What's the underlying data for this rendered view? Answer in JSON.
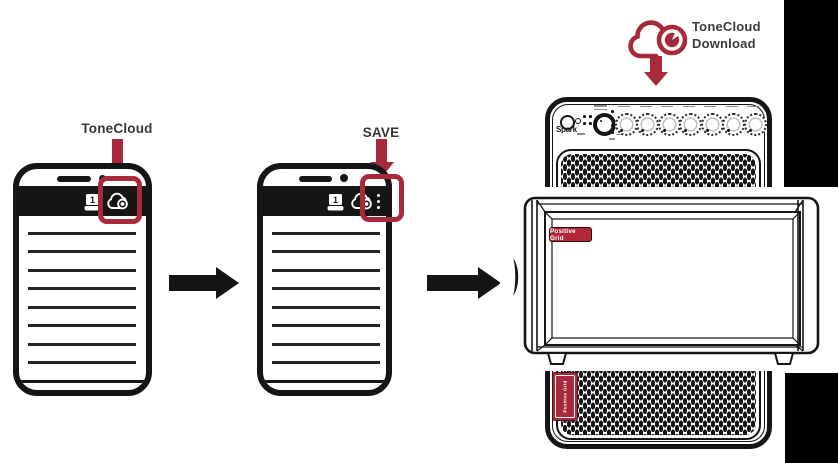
{
  "diagram": {
    "steps": [
      {
        "label": "ToneCloud",
        "highlight": "tonecloud-cloud-icon"
      },
      {
        "label": "SAVE",
        "highlight": "overflow-menu-icon"
      }
    ],
    "phone": {
      "doc_badge": "1",
      "toolbar_icons": [
        "document-1-icon",
        "tonecloud-cloud-icon",
        "overflow-menu-icon"
      ],
      "list_line_count": 8
    },
    "tonecloud_download": {
      "label_line1": "ToneCloud",
      "label_line2": "Download",
      "icon": "tonecloud-record-cloud-icon"
    },
    "amp": {
      "logo": "Spark",
      "knob_count": 7,
      "preset_led_count": 4,
      "badge_vertical": "Positive Grid"
    },
    "cab": {
      "badge": "Positive Grid"
    },
    "colors": {
      "accent_red": "#a62a3c",
      "badge_red": "#b22637",
      "ink": "#151515",
      "label_gray": "#3b3b3b"
    }
  }
}
